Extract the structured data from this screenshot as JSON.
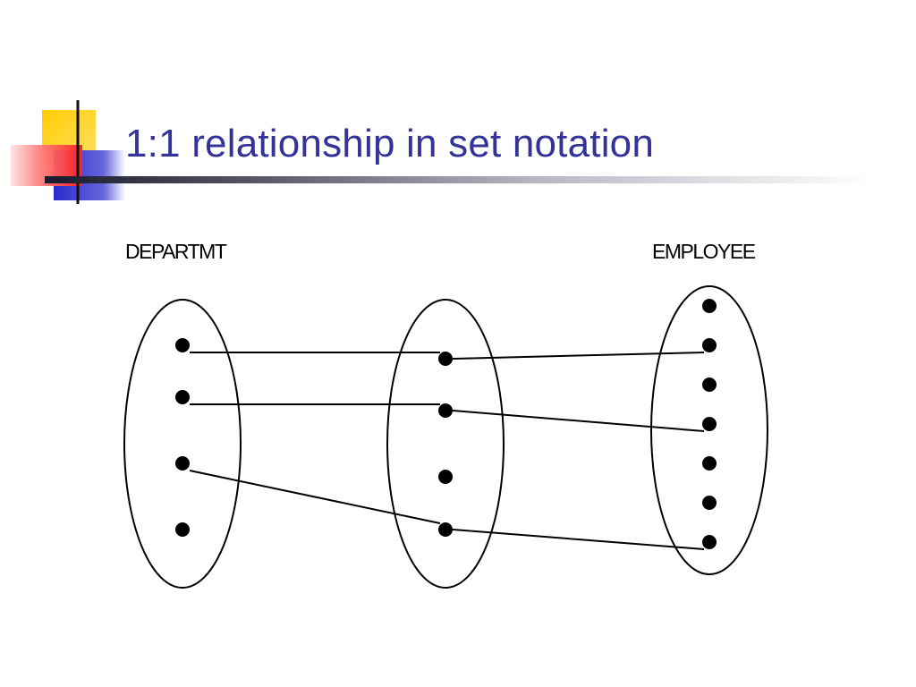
{
  "slide": {
    "title": "1:1 relationship in set notation"
  },
  "sets": {
    "left_label": "DEPARTMT",
    "right_label": "EMPLOYEE"
  },
  "diagram": {
    "sets": [
      {
        "id": "departmt",
        "points": 4
      },
      {
        "id": "middle",
        "points": 4
      },
      {
        "id": "employee",
        "points": 7
      }
    ],
    "links": [
      {
        "from": [
          "departmt",
          0
        ],
        "to": [
          "middle",
          0
        ]
      },
      {
        "from": [
          "middle",
          0
        ],
        "to": [
          "employee",
          1
        ]
      },
      {
        "from": [
          "departmt",
          1
        ],
        "to": [
          "middle",
          1
        ]
      },
      {
        "from": [
          "middle",
          1
        ],
        "to": [
          "employee",
          3
        ]
      },
      {
        "from": [
          "departmt",
          2
        ],
        "to": [
          "middle",
          3
        ]
      },
      {
        "from": [
          "middle",
          3
        ],
        "to": [
          "employee",
          6
        ]
      }
    ]
  },
  "colors": {
    "title": "#333399",
    "logo_yellow": "#ffcc00",
    "logo_red": "#ff3333",
    "logo_blue": "#3333cc"
  }
}
